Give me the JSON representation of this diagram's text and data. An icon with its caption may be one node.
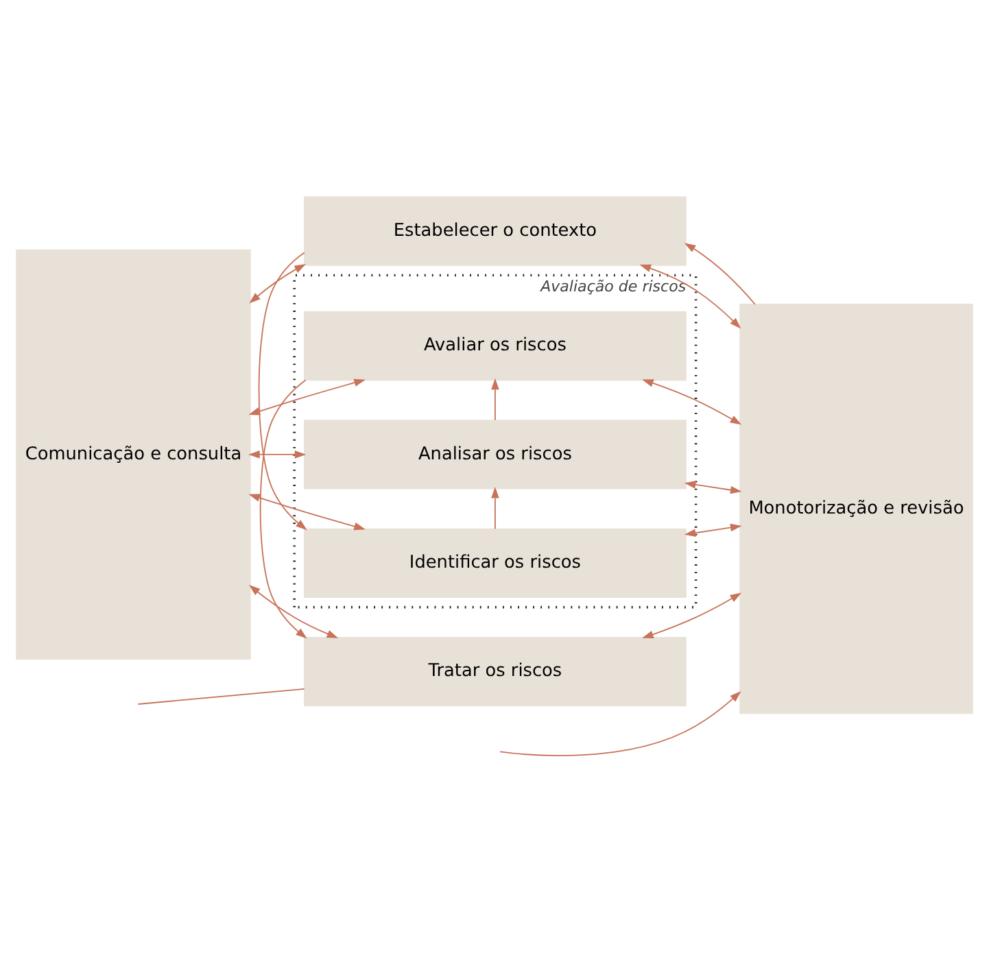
{
  "diagram": {
    "nodes": [
      {
        "text": [
          "Comunicação e consulta"
        ]
      },
      {
        "text": [
          "Estabelecer o contexto"
        ]
      },
      {
        "text": [
          "Avaliação de riscos"
        ]
      },
      {
        "text": [
          "Identificar os riscos"
        ],
        "in": 2
      },
      {
        "text": [
          "Analisar os riscos"
        ],
        "in": 2
      },
      {
        "text": [
          "Avaliar os riscos"
        ],
        "in": 2
      },
      {
        "text": [
          "Tratar os riscos"
        ]
      },
      {
        "text": [
          "Monotorização e revisão"
        ]
      }
    ],
    "edges": [
      {
        "from": 0,
        "to": 1,
        "arrow": "both"
      },
      {
        "from": 0,
        "to": 3,
        "arrow": "both"
      },
      {
        "from": 0,
        "to": 4,
        "arrow": "both"
      },
      {
        "from": 0,
        "to": 5,
        "arrow": "both"
      },
      {
        "from": 0,
        "to": 6,
        "arrow": "both"
      },
      {
        "from": 1,
        "to": 7,
        "arrow": "both"
      },
      {
        "from": 3,
        "to": 7,
        "arrow": "both"
      },
      {
        "from": 4,
        "to": 7,
        "arrow": "both"
      },
      {
        "from": 5,
        "to": 7,
        "arrow": "both"
      },
      {
        "from": 6,
        "to": 7,
        "arrow": "both"
      },
      {
        "from": 1,
        "to": 3,
        "arrow": "to"
      },
      {
        "from": 3,
        "to": 4,
        "arrow": "to"
      },
      {
        "from": 4,
        "to": 5,
        "arrow": "to"
      },
      {
        "from": 5,
        "to": 6,
        "arrow": "to"
      },
      {
        "from": 7,
        "to": 1,
        "arrow": "to"
      },
      {
        "from": 6,
        "to": null,
        "arrow": "none"
      },
      {
        "from": null,
        "to": 7,
        "arrow": "to"
      }
    ]
  }
}
